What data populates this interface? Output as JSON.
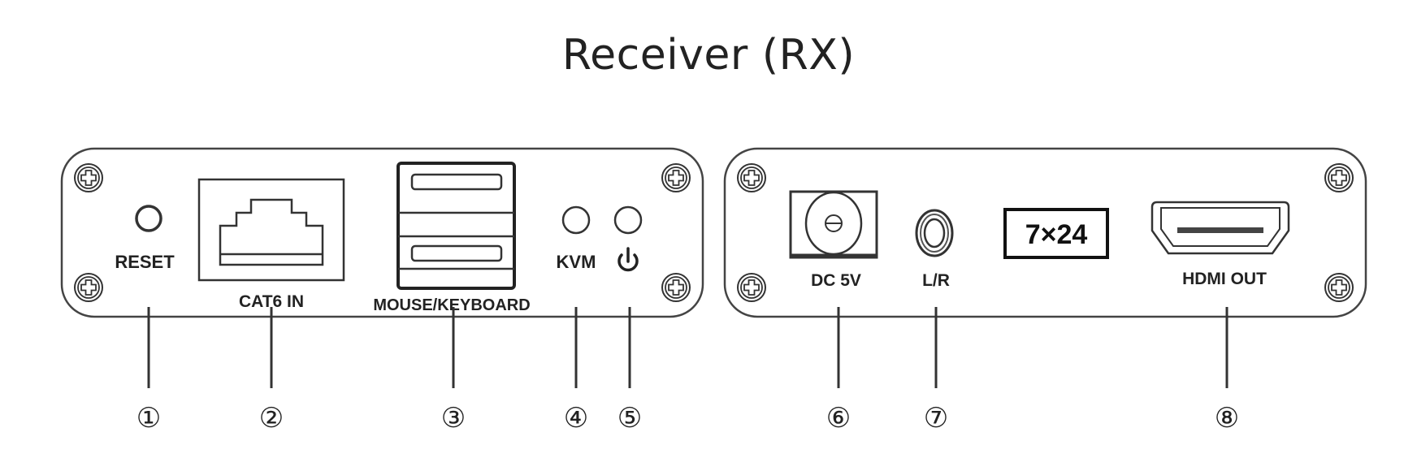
{
  "title": "Receiver (RX)",
  "panels": {
    "left": {
      "name": "front-panel",
      "labels": {
        "reset": "RESET",
        "cat6_in": "CAT6 IN",
        "mouse_keyboard": "MOUSE/KEYBOARD",
        "kvm": "KVM",
        "power_icon": "power-icon"
      }
    },
    "right": {
      "name": "rear-panel",
      "labels": {
        "dc_5v": "DC 5V",
        "lr": "L/R",
        "badge": "7×24",
        "hdmi_out": "HDMI OUT"
      }
    }
  },
  "callouts": [
    {
      "number": "①",
      "target": "RESET"
    },
    {
      "number": "②",
      "target": "CAT6 IN"
    },
    {
      "number": "③",
      "target": "MOUSE/KEYBOARD"
    },
    {
      "number": "④",
      "target": "KVM"
    },
    {
      "number": "⑤",
      "target": "Power LED"
    },
    {
      "number": "⑥",
      "target": "DC 5V"
    },
    {
      "number": "⑦",
      "target": "L/R"
    },
    {
      "number": "⑧",
      "target": "HDMI OUT"
    }
  ],
  "colors": {
    "line": "#333333",
    "text": "#222222",
    "background": "#ffffff"
  }
}
